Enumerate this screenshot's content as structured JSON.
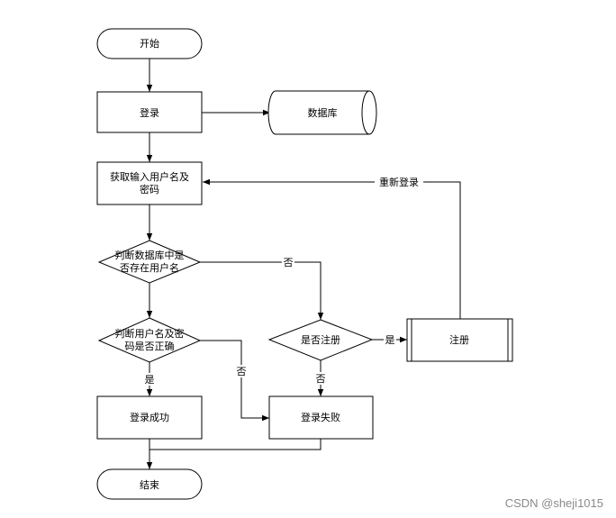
{
  "nodes": {
    "start": "开始",
    "login": "登录",
    "database": "数据库",
    "get_input": [
      "获取输入用户名及",
      "密码"
    ],
    "check_user": [
      "判断数据库中是",
      "否存在用户名"
    ],
    "check_pwd": [
      "判断用户名及密",
      "码是否正确"
    ],
    "check_reg": "是否注册",
    "register": "注册",
    "success": "登录成功",
    "fail": "登录失败",
    "end": "结束"
  },
  "edges": {
    "user_no": "否",
    "reg_yes": "是",
    "reg_no": "否",
    "pwd_yes": "是",
    "pwd_no": "否",
    "relogin": "重新登录"
  },
  "watermark": "CSDN @sheji1015"
}
